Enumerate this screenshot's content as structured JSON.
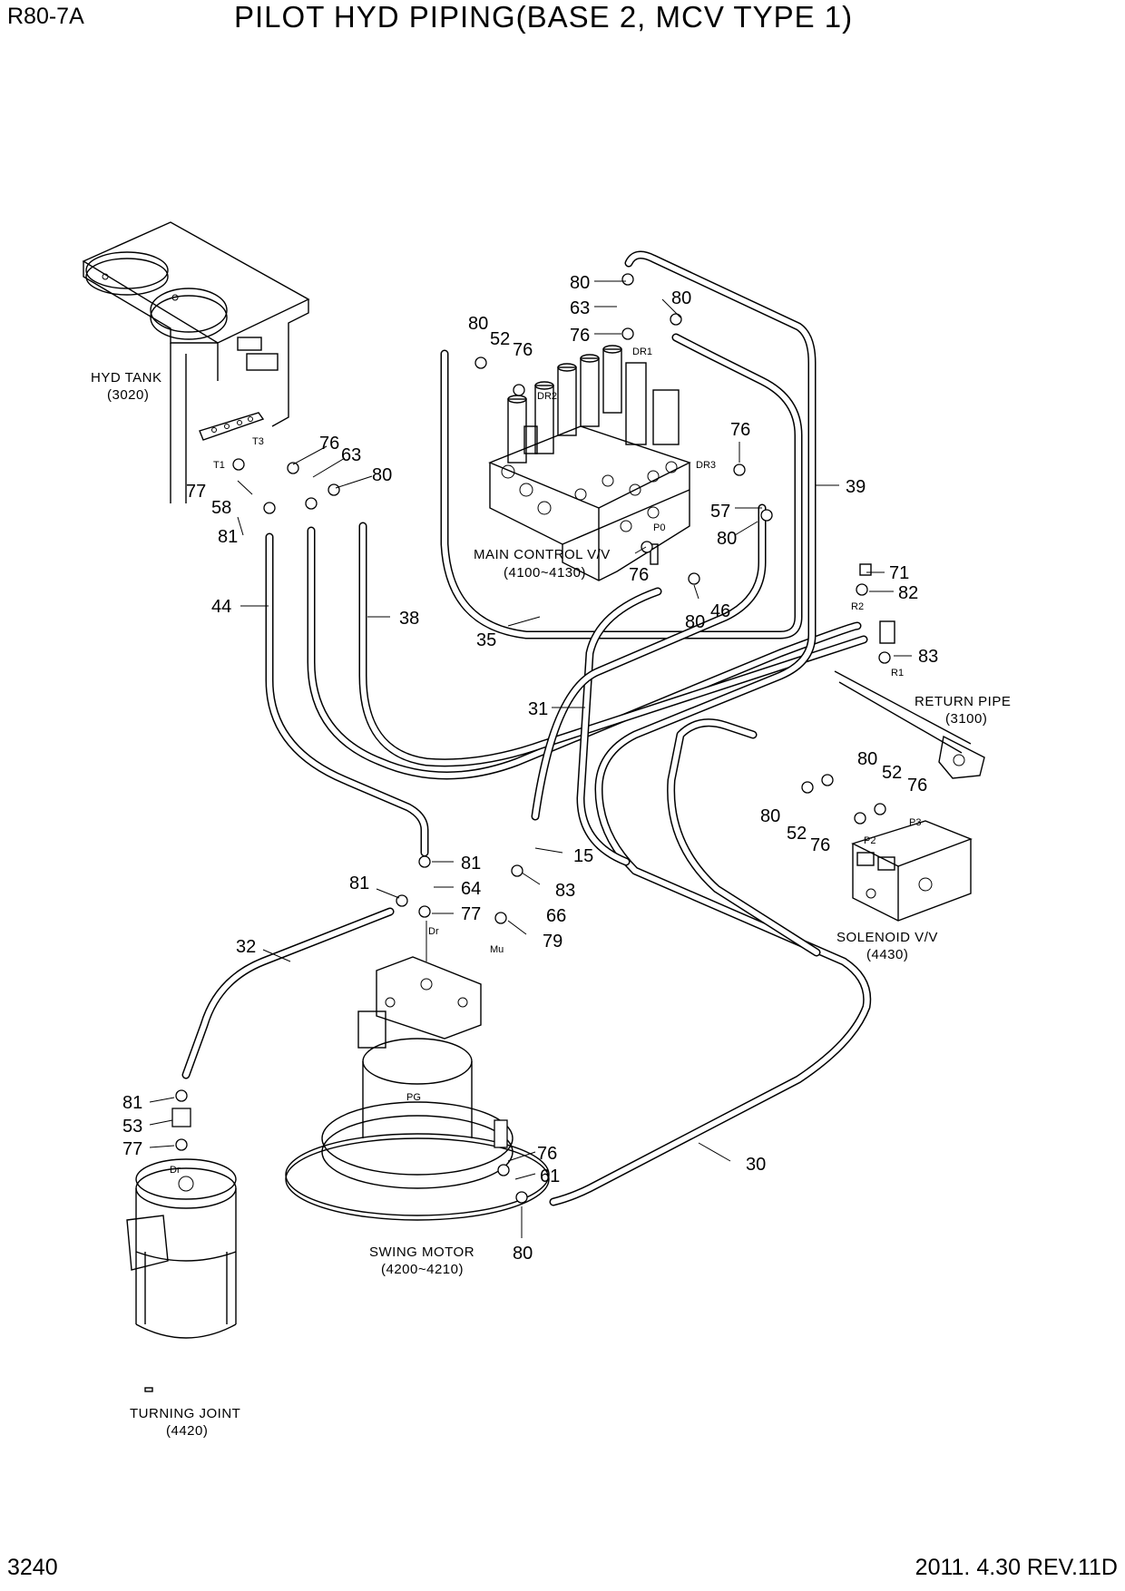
{
  "header": {
    "model": "R80-7A",
    "title": "PILOT HYD PIPING(BASE 2, MCV TYPE 1)"
  },
  "footer": {
    "page_number": "3240",
    "revision": "2011. 4.30 REV.11D"
  },
  "assemblies": {
    "hyd_tank": {
      "name": "HYD TANK",
      "ref": "(3020)"
    },
    "main_control_valve": {
      "name": "MAIN CONTROL V/V",
      "ref": "(4100~4130)"
    },
    "return_pipe": {
      "name": "RETURN PIPE",
      "ref": "(3100)"
    },
    "solenoid_valve": {
      "name": "SOLENOID V/V",
      "ref": "(4430)"
    },
    "swing_motor": {
      "name": "SWING MOTOR",
      "ref": "(4200~4210)"
    },
    "turning_joint": {
      "name": "TURNING JOINT",
      "ref": "(4420)"
    }
  },
  "ports": {
    "t1": "T1",
    "t3": "T3",
    "dr1": "DR1",
    "dr2": "DR2",
    "dr3": "DR3",
    "p0": "P0",
    "r1": "R1",
    "r2": "R2",
    "p2": "P2",
    "p3": "P3",
    "dr_motor": "Dr",
    "mu": "Mu",
    "pg": "PG",
    "dr_joint": "Dr"
  },
  "callouts": {
    "tank": [
      "77",
      "58",
      "81",
      "76",
      "63",
      "80"
    ],
    "hoses_left": [
      "44",
      "38"
    ],
    "mcv_top": [
      "80",
      "63",
      "80",
      "76",
      "80",
      "52",
      "76"
    ],
    "mcv_right": [
      "76",
      "57",
      "80",
      "39"
    ],
    "mcv_bottom": [
      "76",
      "80",
      "46",
      "35",
      "31"
    ],
    "return": [
      "71",
      "82",
      "83"
    ],
    "solenoid": [
      "80",
      "52",
      "76",
      "80",
      "52",
      "76"
    ],
    "swing_top": [
      "81",
      "64",
      "77",
      "81",
      "15",
      "83",
      "66",
      "79",
      "32"
    ],
    "joint": [
      "81",
      "53",
      "77"
    ],
    "swing_bottom": [
      "76",
      "61",
      "80",
      "30"
    ]
  }
}
